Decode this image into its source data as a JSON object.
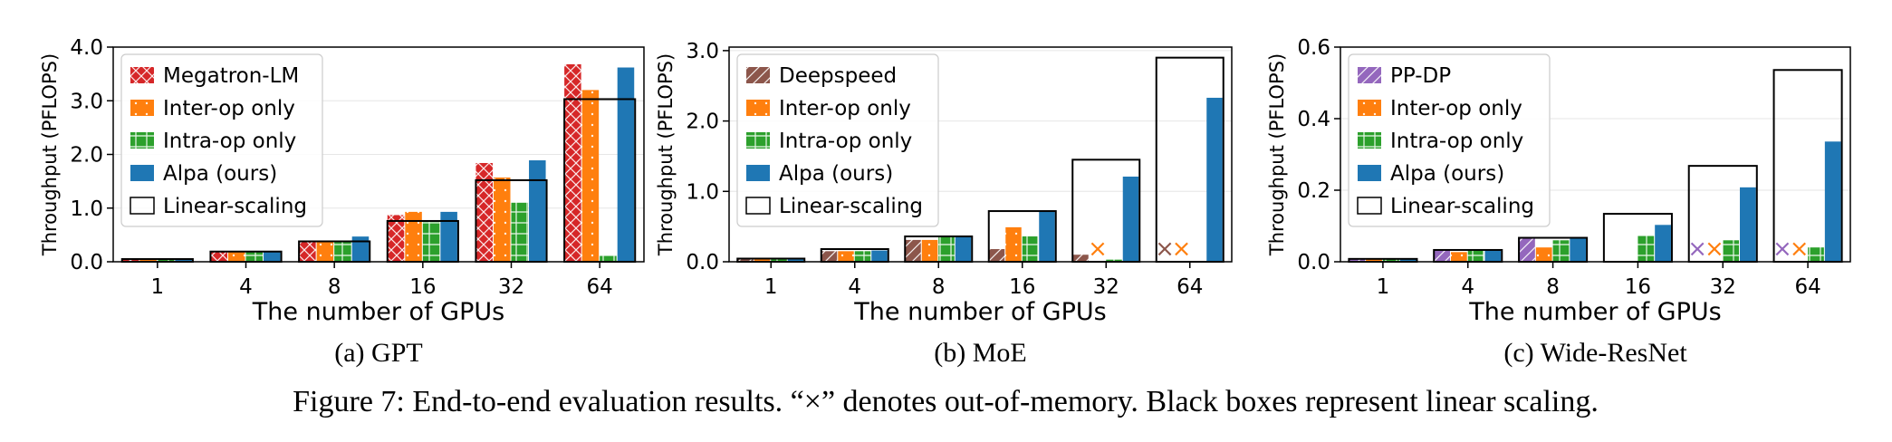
{
  "figure_caption": "Figure 7: End-to-end evaluation results. “×” denotes out-of-memory. Black boxes represent linear scaling.",
  "colors": {
    "megatron": "#d62728",
    "deepspeed": "#8c564b",
    "ppdp": "#9467bd",
    "inter": "#ff7f0e",
    "intra": "#2ca02c",
    "alpa": "#1f77b4",
    "linear": "#000000",
    "grid": "#e6e6e6"
  },
  "chart_data": [
    {
      "type": "bar",
      "subcaption": "(a) GPT",
      "xlabel": "The number of GPUs",
      "ylabel": "Throughput (PFLOPS)",
      "ylim": [
        0,
        4.0
      ],
      "yticks": [
        "0.0",
        "1.0",
        "2.0",
        "3.0",
        "4.0"
      ],
      "ytick_values": [
        0,
        1,
        2,
        3,
        4
      ],
      "categories": [
        "1",
        "4",
        "8",
        "16",
        "32",
        "64"
      ],
      "legend_position": "upper-left",
      "series": [
        {
          "name": "Megatron-LM",
          "color": "#d62728",
          "hatch": "x",
          "values": [
            0.05,
            0.19,
            0.37,
            0.87,
            1.84,
            3.68
          ]
        },
        {
          "name": "Inter-op only",
          "color": "#ff7f0e",
          "hatch": "dot",
          "values": [
            0.05,
            0.19,
            0.39,
            0.93,
            1.57,
            3.2
          ]
        },
        {
          "name": "Intra-op only",
          "color": "#2ca02c",
          "hatch": "grid",
          "values": [
            0.05,
            0.19,
            0.37,
            0.76,
            1.1,
            0.12
          ]
        },
        {
          "name": "Alpa (ours)",
          "color": "#1f77b4",
          "hatch": "none",
          "values": [
            0.05,
            0.2,
            0.47,
            0.93,
            1.89,
            3.62
          ]
        }
      ],
      "linear_scaling": {
        "name": "Linear-scaling",
        "values": [
          0.05,
          0.19,
          0.38,
          0.76,
          1.52,
          3.03
        ]
      },
      "oom": []
    },
    {
      "type": "bar",
      "subcaption": "(b) MoE",
      "xlabel": "The number of GPUs",
      "ylabel": "Throughput (PFLOPS)",
      "ylim": [
        0,
        3.05
      ],
      "yticks": [
        "0.0",
        "1.0",
        "2.0",
        "3.0"
      ],
      "ytick_values": [
        0,
        1,
        2,
        3
      ],
      "categories": [
        "1",
        "4",
        "8",
        "16",
        "32",
        "64"
      ],
      "legend_position": "upper-left",
      "series": [
        {
          "name": "Deepspeed",
          "color": "#8c564b",
          "hatch": "diag",
          "values": [
            0.045,
            0.15,
            0.31,
            0.18,
            0.1,
            null
          ]
        },
        {
          "name": "Inter-op only",
          "color": "#ff7f0e",
          "hatch": "dot",
          "values": [
            0.045,
            0.15,
            0.31,
            0.49,
            null,
            null
          ]
        },
        {
          "name": "Intra-op only",
          "color": "#2ca02c",
          "hatch": "grid",
          "values": [
            0.045,
            0.15,
            0.36,
            0.36,
            0.03,
            null
          ]
        },
        {
          "name": "Alpa (ours)",
          "color": "#1f77b4",
          "hatch": "none",
          "values": [
            0.045,
            0.16,
            0.36,
            0.72,
            1.21,
            2.33
          ]
        }
      ],
      "linear_scaling": {
        "name": "Linear-scaling",
        "values": [
          0.045,
          0.18,
          0.36,
          0.72,
          1.45,
          2.9
        ]
      },
      "oom": [
        {
          "category": "32",
          "series": "Inter-op only"
        },
        {
          "category": "64",
          "series": "Deepspeed"
        },
        {
          "category": "64",
          "series": "Inter-op only"
        }
      ]
    },
    {
      "type": "bar",
      "subcaption": "(c) Wide-ResNet",
      "xlabel": "The number of GPUs",
      "ylabel": "Throughput (PFLOPS)",
      "ylim": [
        0,
        0.6
      ],
      "yticks": [
        "0.0",
        "0.2",
        "0.4",
        "0.6"
      ],
      "ytick_values": [
        0,
        0.2,
        0.4,
        0.6
      ],
      "categories": [
        "1",
        "4",
        "8",
        "16",
        "32",
        "64"
      ],
      "legend_position": "upper-left",
      "series": [
        {
          "name": "PP-DP",
          "color": "#9467bd",
          "hatch": "diag",
          "values": [
            0.008,
            0.033,
            0.065,
            null,
            null,
            null
          ]
        },
        {
          "name": "Inter-op only",
          "color": "#ff7f0e",
          "hatch": "dot",
          "values": [
            0.008,
            0.027,
            0.04,
            null,
            null,
            null
          ]
        },
        {
          "name": "Intra-op only",
          "color": "#2ca02c",
          "hatch": "grid",
          "values": [
            0.008,
            0.033,
            0.06,
            0.072,
            0.06,
            0.04
          ]
        },
        {
          "name": "Alpa (ours)",
          "color": "#1f77b4",
          "hatch": "none",
          "values": [
            0.008,
            0.033,
            0.065,
            0.103,
            0.208,
            0.336
          ]
        }
      ],
      "linear_scaling": {
        "name": "Linear-scaling",
        "values": [
          0.008,
          0.033,
          0.067,
          0.134,
          0.268,
          0.536
        ]
      },
      "oom": [
        {
          "category": "32",
          "series": "PP-DP"
        },
        {
          "category": "32",
          "series": "Inter-op only"
        },
        {
          "category": "64",
          "series": "PP-DP"
        },
        {
          "category": "64",
          "series": "Inter-op only"
        }
      ]
    }
  ]
}
